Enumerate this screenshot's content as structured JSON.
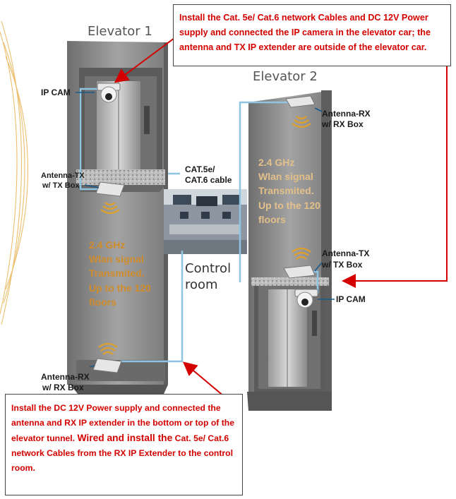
{
  "elevator1": {
    "title": "Elevator 1",
    "ip_cam": "IP CAM",
    "antenna_tx": [
      "Antenna-TX",
      "w/ TX Box"
    ],
    "antenna_rx": [
      "Antenna-RX",
      "w/ RX Box"
    ],
    "wlan": [
      "2.4 GHz",
      "Wlan signal",
      "Transmited.",
      "Up to the 120",
      "floors"
    ]
  },
  "elevator2": {
    "title": "Elevator 2",
    "antenna_rx": [
      "Antenna-RX",
      "w/ RX Box"
    ],
    "antenna_tx": [
      "Antenna-TX",
      "w/ TX Box"
    ],
    "ip_cam": "IP CAM",
    "wlan": [
      "2.4 GHz",
      "Wlan signal",
      "Transmited.",
      "Up to the 120",
      "floors"
    ]
  },
  "cable_label": [
    "CAT.5e/",
    "CAT.6 cable"
  ],
  "control_room": [
    "Control",
    "room"
  ],
  "notes": {
    "top": "Install the Cat. 5e/ Cat.6 network Cables and DC 12V Power supply and connected the IP camera in the elevator car; the antenna and TX IP extender are outside of the elevator car.",
    "bottom_a": "Install the DC 12V Power supply and connected the antenna and RX IP extender in the bottom or top of the elevator tunnel.",
    "bottom_b": "Wired and install the",
    "bottom_c": "Cat. 5e/ Cat.6 network Cables from the RX IP Extender to the control room."
  },
  "colors": {
    "note_text": "#d40000",
    "arrow": "#d40000",
    "cable": "#8fc4e3",
    "wlan_text": "#d08c2a",
    "shaft": "#8e8e8e"
  }
}
